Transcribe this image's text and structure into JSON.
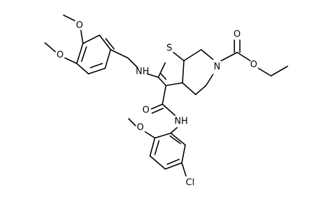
{
  "molecule": {
    "labels": {
      "s": "S",
      "o_methoxy_upper": "O",
      "o_methoxy_lower": "O",
      "nh_amine": "NH",
      "n_ring": "N",
      "o_carbonyl_carbamate": "O",
      "o_ester": "O",
      "o_amide": "O",
      "nh_amide": "NH",
      "o_methoxy_aryl": "O",
      "cl": "Cl"
    },
    "colors": {
      "bond": "#000000",
      "text": "#000000",
      "background": "#ffffff"
    }
  }
}
